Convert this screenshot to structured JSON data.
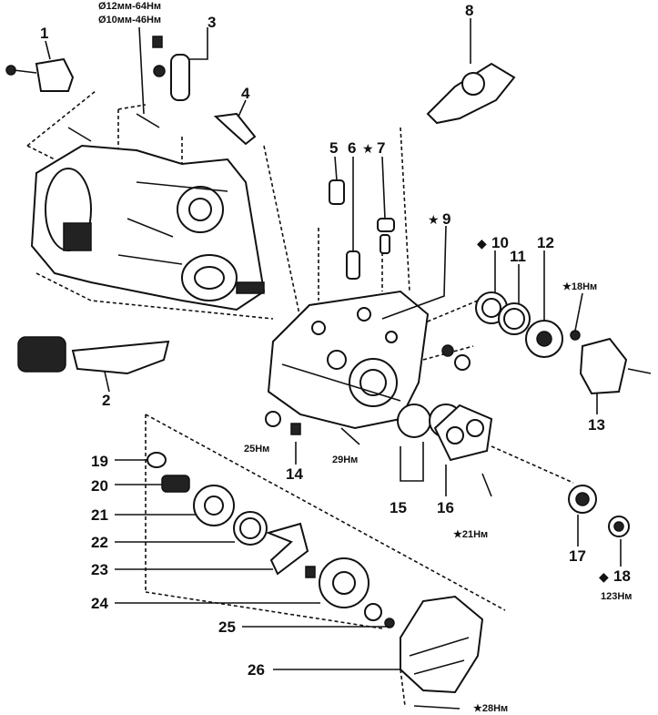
{
  "torque_top": {
    "line1": "Ø12мм-64Нм",
    "line2": "Ø10мм-46Нм"
  },
  "parts": [
    {
      "id": "1",
      "label": "1"
    },
    {
      "id": "2",
      "label": "2"
    },
    {
      "id": "3",
      "label": "3"
    },
    {
      "id": "4",
      "label": "4"
    },
    {
      "id": "5",
      "label": "5"
    },
    {
      "id": "6",
      "label": "6"
    },
    {
      "id": "7",
      "label": "7",
      "marker": "★"
    },
    {
      "id": "8",
      "label": "8"
    },
    {
      "id": "9",
      "label": "9",
      "marker": "★"
    },
    {
      "id": "10",
      "label": "10",
      "marker": "◆"
    },
    {
      "id": "11",
      "label": "11"
    },
    {
      "id": "12",
      "label": "12"
    },
    {
      "id": "13",
      "label": "13"
    },
    {
      "id": "14",
      "label": "14"
    },
    {
      "id": "15",
      "label": "15"
    },
    {
      "id": "16",
      "label": "16"
    },
    {
      "id": "17",
      "label": "17"
    },
    {
      "id": "18",
      "label": "18",
      "marker": "◆"
    },
    {
      "id": "19",
      "label": "19"
    },
    {
      "id": "20",
      "label": "20"
    },
    {
      "id": "21",
      "label": "21"
    },
    {
      "id": "22",
      "label": "22"
    },
    {
      "id": "23",
      "label": "23"
    },
    {
      "id": "24",
      "label": "24"
    },
    {
      "id": "25",
      "label": "25"
    },
    {
      "id": "26",
      "label": "26"
    }
  ],
  "torques": {
    "t18nm": "★18Нм",
    "t25nm": "25Нм",
    "t29nm": "29Нм",
    "t21nm": "★21Нм",
    "t123nm": "123Нм",
    "t28nm": "★28Нм"
  }
}
